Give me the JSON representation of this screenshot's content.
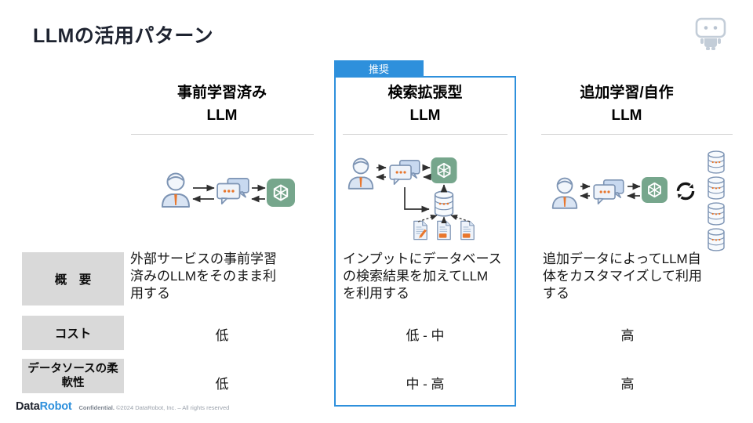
{
  "slide": {
    "title": "LLMの活用パターン",
    "badge": "推奨"
  },
  "colors": {
    "accent": "#2E90DC",
    "row_label_bg": "#D9D9D9",
    "openai_green": "#76A68C",
    "icon_orange": "#E8762C",
    "icon_blue": "#7D94B4",
    "logo_dark": "#20242E",
    "logo_blue": "#2E90DC"
  },
  "columns": [
    {
      "id": "pretrained-llm",
      "header1": "事前学習済み",
      "header2": "LLM",
      "overview": "外部サービスの事前学習\n済みのLLMをそのまま利\n用する",
      "cost": "低",
      "flexibility": "低",
      "recommended": false
    },
    {
      "id": "rag-llm",
      "header1": "検索拡張型",
      "header2": "LLM",
      "overview": "インプットにデータベース\nの検索結果を加えてLLM\nを利用する",
      "cost": "低 - 中",
      "flexibility": "中 - 高",
      "recommended": true
    },
    {
      "id": "finetuned-llm",
      "header1": "追加学習/自作",
      "header2": "LLM",
      "overview": "追加データによってLLM自\n体をカスタマイズして利用\nする",
      "cost": "高",
      "flexibility": "高",
      "recommended": false
    }
  ],
  "rows": {
    "overview": {
      "label": "概　要"
    },
    "cost": {
      "label": "コスト"
    },
    "flexibility": {
      "label": "データソースの柔軟性"
    }
  },
  "footer": {
    "brand_data": "Data",
    "brand_robot": "Robot",
    "confidential": "Confidential.",
    "rights": "©2024 DataRobot, Inc. – All rights reserved"
  }
}
